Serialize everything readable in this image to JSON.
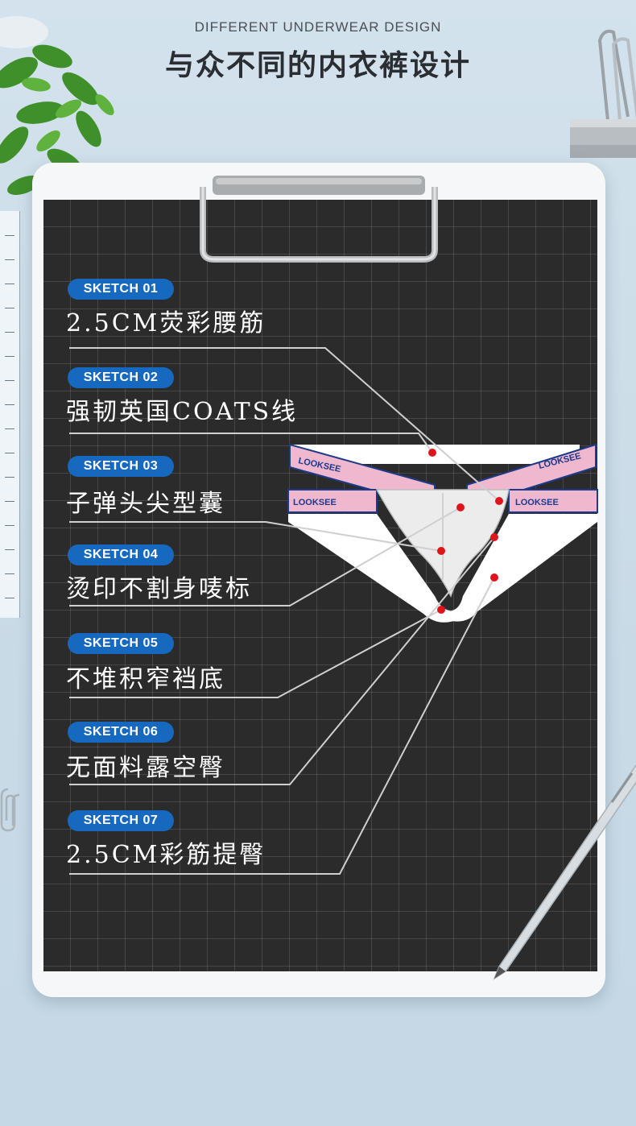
{
  "header": {
    "subtitle": "DIFFERENT UNDERWEAR DESIGN",
    "title": "与众不同的内衣裤设计"
  },
  "brand": "LOOKSEE",
  "colors": {
    "tag_blue": "#1769c0",
    "board_dark": "#2b2b2b",
    "accent_pink": "#f0b8cf",
    "dot_red": "#e0151c",
    "line_gray": "#c9c9c9"
  },
  "sketches": [
    {
      "tag": "SKETCH 01",
      "label": "2.5CM荧彩腰筋"
    },
    {
      "tag": "SKETCH 02",
      "label": "强韧英国COATS线"
    },
    {
      "tag": "SKETCH 03",
      "label": "子弹头尖型囊"
    },
    {
      "tag": "SKETCH 04",
      "label": "烫印不割身唛标"
    },
    {
      "tag": "SKETCH 05",
      "label": "不堆积窄裆底"
    },
    {
      "tag": "SKETCH 06",
      "label": "无面料露空臀"
    },
    {
      "tag": "SKETCH 07",
      "label": "2.5CM彩筋提臀"
    }
  ],
  "decor_icons": [
    "plant-icon",
    "binder-clip-icon",
    "paperclip-icon",
    "pen-icon",
    "ruler-icon",
    "clipboard-clip-icon"
  ]
}
